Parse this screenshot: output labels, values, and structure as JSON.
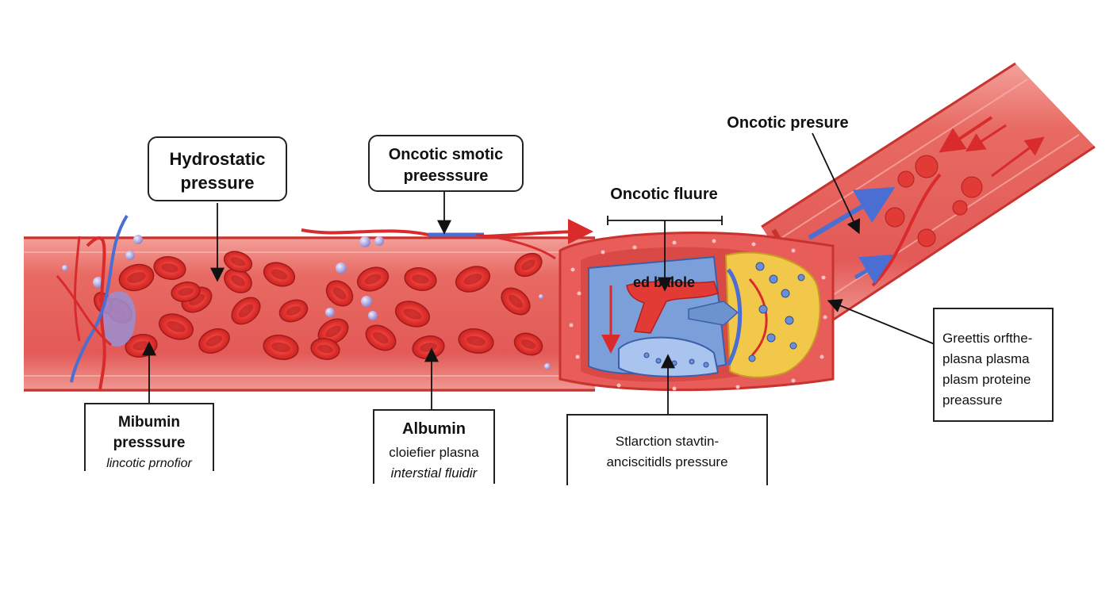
{
  "colors": {
    "vessel_fill": "#e35a57",
    "vessel_edge": "#c8322f",
    "rbc": "#d62b2b",
    "rbc_highlight": "#f06a62",
    "blue_fluid": "#7b9fd8",
    "yellow_fluid": "#f2c84b",
    "protein": "#9b8fd3",
    "arrow_red": "#d92b2b",
    "arrow_blue": "#4a6ed1"
  },
  "labels": {
    "hydrostatic": [
      "Hydrostatic",
      "pressure"
    ],
    "oncotic_smotic": [
      "Oncotic smotic",
      "preesssure"
    ],
    "oncotic_fluure": "Oncotic fluure",
    "oncotic_presure": "Oncotic presure",
    "ed_balole": "ed balole",
    "mibumin": [
      "Mibumin",
      "presssure",
      "lincotic prnofior"
    ],
    "albumin": [
      "Albumin",
      "cloiefier plasna",
      "interstial fluidir"
    ],
    "starction": [
      "Stlarction stavtin-",
      "anciscitidls pressure"
    ],
    "greettis": [
      "Greettis orfthe-",
      "plasna plasma",
      "plasm proteine",
      "preassure"
    ]
  }
}
